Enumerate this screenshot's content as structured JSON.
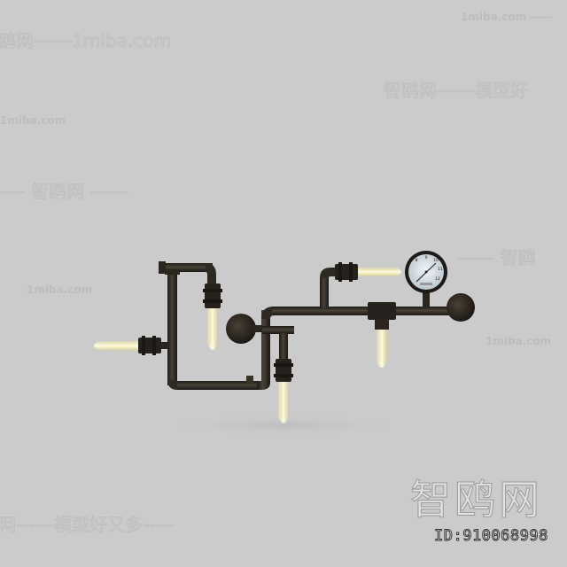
{
  "image": {
    "subject": "industrial pipe wall lamp with pressure gauge",
    "background_color": "#cbcbcb",
    "bulbs": 5,
    "gauge": {
      "visible_numbers": [
        "8",
        "9",
        "10",
        "11",
        "12"
      ]
    }
  },
  "watermarks": {
    "site_short": "1miba.com",
    "brand_cn": "智鸥网",
    "slogan_cn": "模型好又多",
    "dash": "------",
    "line_top_right": "1miba.com -----",
    "line_upper_left": "鸥网------1miba.com",
    "line_mid_right": "智鸥网------模型好",
    "line_left": "1miba.com",
    "line_center_left": "---- 智鸥网 ------",
    "line_right_mid": "------ 智鸥",
    "line_left_low": "1miba.com",
    "line_right_low": "1miba.com",
    "line_bottom": "网------模型好又多-----"
  },
  "brand_mark": {
    "logo_text": "智鸥网",
    "id_text": "ID:910068998"
  }
}
